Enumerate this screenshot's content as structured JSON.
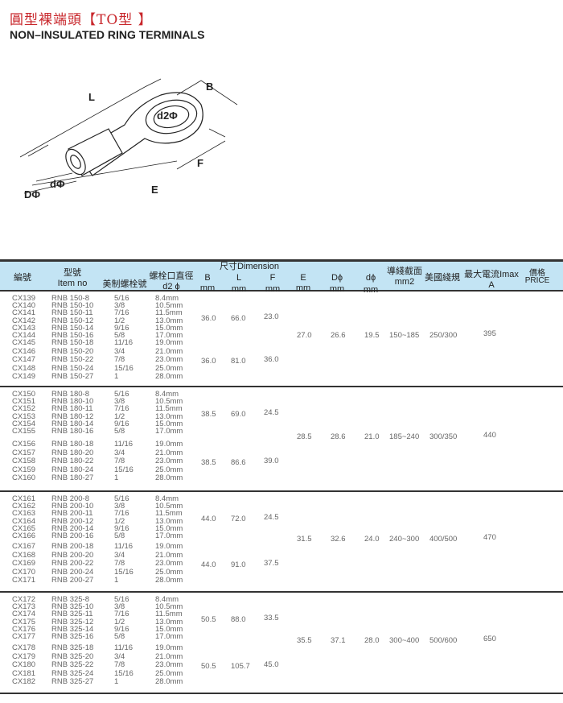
{
  "title_cn": "圓型裸端頭【TO型 】",
  "title_en": "NON–INSULATED RING TERMINALS",
  "diagram_labels": {
    "B": "B",
    "L": "L",
    "d2": "d2Φ",
    "F": "F",
    "E": "E",
    "d": "dΦ",
    "D": "DΦ"
  },
  "headers": {
    "dimension": "尺寸Dimension",
    "code": "編號",
    "item_cn": "型號",
    "item_en": "Item no",
    "stud": "美制螺栓號",
    "d2_cn": "螺栓口直徑",
    "d2": "d2 ϕ",
    "B": "B",
    "L": "L",
    "F": "F",
    "E": "E",
    "D": "Dϕ",
    "d": "dϕ",
    "mm": "mm",
    "wire_cn": "導綫截面",
    "wire": "mm2",
    "awg": "美國綫規",
    "imax": "最大電流Imax",
    "imax_unit": "A",
    "price_cn": "價格",
    "price": "PRICE"
  },
  "groups": [
    {
      "E": "27.0",
      "D": "26.6",
      "d": "19.5",
      "mm2": "150~185",
      "awg": "250/300",
      "imax": "395",
      "subs": [
        {
          "B": "36.0",
          "L": "66.0",
          "F": "23.0",
          "rows": [
            [
              "CX139",
              "RNB 150-8",
              "5/16",
              "8.4mm"
            ],
            [
              "CX140",
              "RNB 150-10",
              "3/8",
              "10.5mm"
            ],
            [
              "CX141",
              "RNB 150-11",
              "7/16",
              "11.5mm"
            ],
            [
              "CX142",
              "RNB 150-12",
              "1/2",
              "13.0mm"
            ],
            [
              "CX143",
              "RNB 150-14",
              "9/16",
              "15.0mm"
            ],
            [
              "CX144",
              "RNB 150-16",
              "5/8",
              "17.0mm"
            ]
          ]
        },
        {
          "B": "36.0",
          "L": "81.0",
          "F": "36.0",
          "rows": [
            [
              "CX145",
              "RNB 150-18",
              "11/16",
              "19.0mm"
            ],
            [
              "CX146",
              "RNB 150-20",
              "3/4",
              "21.0mm"
            ],
            [
              "CX147",
              "RNB 150-22",
              "7/8",
              "23.0mm"
            ],
            [
              "CX148",
              "RNB 150-24",
              "15/16",
              "25.0mm"
            ],
            [
              "CX149",
              "RNB 150-27",
              "1",
              "28.0mm"
            ]
          ]
        }
      ]
    },
    {
      "E": "28.5",
      "D": "28.6",
      "d": "21.0",
      "mm2": "185~240",
      "awg": "300/350",
      "imax": "440",
      "subs": [
        {
          "B": "38.5",
          "L": "69.0",
          "F": "24.5",
          "rows": [
            [
              "CX150",
              "RNB 180-8",
              "5/16",
              "8.4mm"
            ],
            [
              "CX151",
              "RNB 180-10",
              "3/8",
              "10.5mm"
            ],
            [
              "CX152",
              "RNB 180-11",
              "7/16",
              "11.5mm"
            ],
            [
              "CX153",
              "RNB 180-12",
              "1/2",
              "13.0mm"
            ],
            [
              "CX154",
              "RNB 180-14",
              "9/16",
              "15.0mm"
            ],
            [
              "CX155",
              "RNB 180-16",
              "5/8",
              "17.0mm"
            ]
          ]
        },
        {
          "B": "38.5",
          "L": "86.6",
          "F": "39.0",
          "rows": [
            [
              "CX156",
              "RNB 180-18",
              "11/16",
              "19.0mm"
            ],
            [
              "CX157",
              "RNB 180-20",
              "3/4",
              "21.0mm"
            ],
            [
              "CX158",
              "RNB 180-22",
              "7/8",
              "23.0mm"
            ],
            [
              "CX159",
              "RNB 180-24",
              "15/16",
              "25.0mm"
            ],
            [
              "CX160",
              "RNB 180-27",
              "1",
              "28.0mm"
            ]
          ]
        }
      ]
    },
    {
      "E": "31.5",
      "D": "32.6",
      "d": "24.0",
      "mm2": "240~300",
      "awg": "400/500",
      "imax": "470",
      "subs": [
        {
          "B": "44.0",
          "L": "72.0",
          "F": "24.5",
          "rows": [
            [
              "CX161",
              "RNB 200-8",
              "5/16",
              "8.4mm"
            ],
            [
              "CX162",
              "RNB 200-10",
              "3/8",
              "10.5mm"
            ],
            [
              "CX163",
              "RNB 200-11",
              "7/16",
              "11.5mm"
            ],
            [
              "CX164",
              "RNB 200-12",
              "1/2",
              "13.0mm"
            ],
            [
              "CX165",
              "RNB 200-14",
              "9/16",
              "15.0mm"
            ],
            [
              "CX166",
              "RNB 200-16",
              "5/8",
              "17.0mm"
            ]
          ]
        },
        {
          "B": "44.0",
          "L": "91.0",
          "F": "37.5",
          "rows": [
            [
              "CX167",
              "RNB 200-18",
              "11/16",
              "19.0mm"
            ],
            [
              "CX168",
              "RNB 200-20",
              "3/4",
              "21.0mm"
            ],
            [
              "CX169",
              "RNB 200-22",
              "7/8",
              "23.0mm"
            ],
            [
              "CX170",
              "RNB 200-24",
              "15/16",
              "25.0mm"
            ],
            [
              "CX171",
              "RNB 200-27",
              "1",
              "28.0mm"
            ]
          ]
        }
      ]
    },
    {
      "E": "35.5",
      "D": "37.1",
      "d": "28.0",
      "mm2": "300~400",
      "awg": "500/600",
      "imax": "650",
      "subs": [
        {
          "B": "50.5",
          "L": "88.0",
          "F": "33.5",
          "rows": [
            [
              "CX172",
              "RNB 325-8",
              "5/16",
              "8.4mm"
            ],
            [
              "CX173",
              "RNB 325-10",
              "3/8",
              "10.5mm"
            ],
            [
              "CX174",
              "RNB 325-11",
              "7/16",
              "11.5mm"
            ],
            [
              "CX175",
              "RNB 325-12",
              "1/2",
              "13.0mm"
            ],
            [
              "CX176",
              "RNB 325-14",
              "9/16",
              "15.0mm"
            ],
            [
              "CX177",
              "RNB 325-16",
              "5/8",
              "17.0mm"
            ]
          ]
        },
        {
          "B": "50.5",
          "L": "105.7",
          "F": "45.0",
          "rows": [
            [
              "CX178",
              "RNB 325-18",
              "11/16",
              "19.0mm"
            ],
            [
              "CX179",
              "RNB 325-20",
              "3/4",
              "21.0mm"
            ],
            [
              "CX180",
              "RNB 325-22",
              "7/8",
              "23.0mm"
            ],
            [
              "CX181",
              "RNB 325-24",
              "15/16",
              "25.0mm"
            ],
            [
              "CX182",
              "RNB 325-27",
              "1",
              "28.0mm"
            ]
          ]
        }
      ]
    }
  ]
}
